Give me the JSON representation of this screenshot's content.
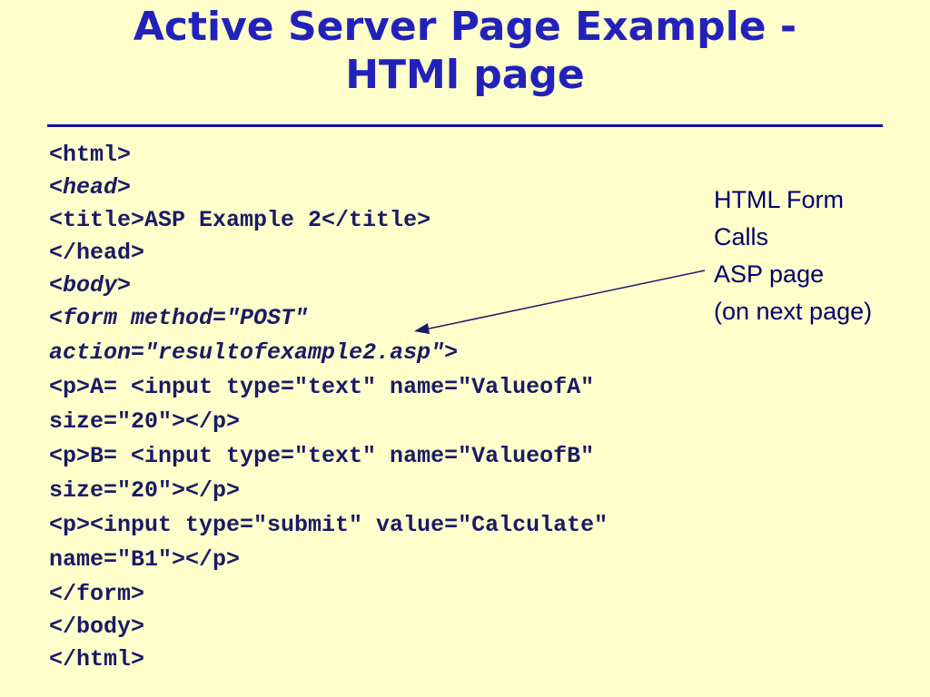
{
  "slide": {
    "title_line1": "Active Server Page Example -",
    "title_line2": "HTMl page"
  },
  "code": {
    "html_open": "<html>",
    "head_open": "<head>",
    "title_tag": "<title>ASP Example 2</title>",
    "head_close": "</head>",
    "body_open": "<body>",
    "form_line1": "<form method=\"POST\"",
    "form_action_prefix": "action=\"",
    "form_action_value": "resultofexample2.asp",
    "form_action_suffix": "\">",
    "input_a_line1": "<p>A= <input type=\"text\" name=\"ValueofA\"",
    "input_a_line2": "size=\"20\"></p>",
    "input_b_line1": "<p>B= <input type=\"text\" name=\"ValueofB\"",
    "input_b_line2": "size=\"20\"></p>",
    "submit_line1": "<p><input type=\"submit\" value=\"Calculate\"",
    "submit_line2": "name=\"B1\"></p>",
    "form_close": "</form>",
    "body_close": "</body>",
    "html_close": "</html>"
  },
  "annotation": {
    "line1": "HTML Form",
    "line2": "Calls",
    "line3": "ASP page",
    "line4": "(on next page)"
  },
  "colors": {
    "background": "#ffffcc",
    "title": "#2222bb",
    "code_text": "#1a1a66",
    "annotation_text": "#00006e"
  }
}
